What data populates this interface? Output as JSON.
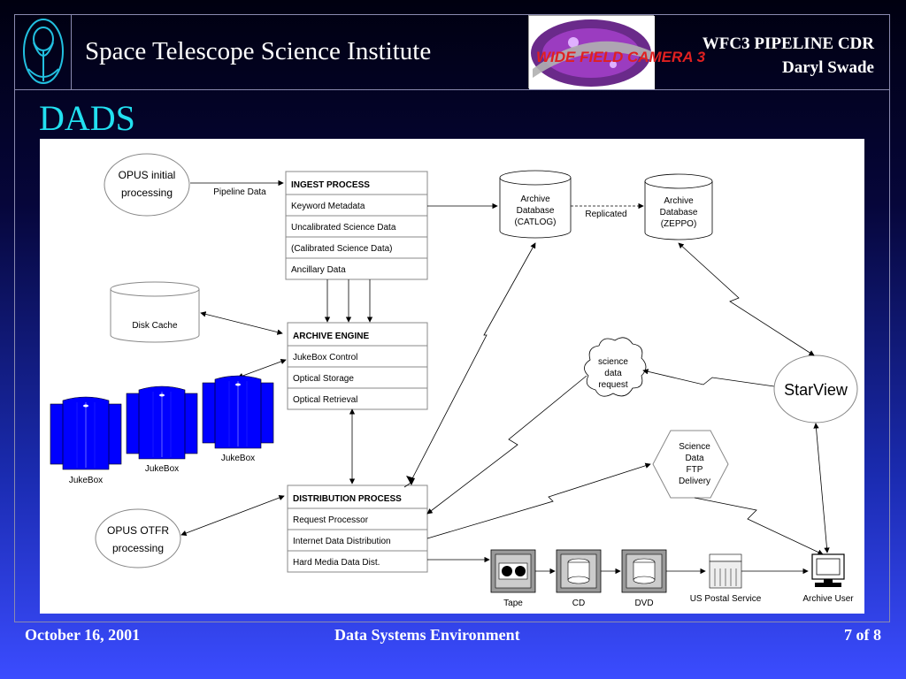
{
  "header": {
    "institute_title": "Space Telescope Science Institute",
    "project": "WFC3 PIPELINE CDR",
    "presenter": "Daryl Swade",
    "badge_text": "WIDE FIELD CAMERA 3"
  },
  "slide": {
    "title": "DADS"
  },
  "footer": {
    "date": "October 16, 2001",
    "section": "Data Systems Environment",
    "page": "7 of 8"
  },
  "diagram": {
    "opus_initial": [
      "OPUS initial",
      "processing"
    ],
    "pipeline_data": "Pipeline Data",
    "ingest": {
      "title": "INGEST PROCESS",
      "items": [
        "Keyword Metadata",
        "Uncalibrated Science Data",
        "(Calibrated Science Data)",
        "Ancillary Data"
      ]
    },
    "archive_engine": {
      "title": "ARCHIVE ENGINE",
      "items": [
        "JukeBox Control",
        "Optical Storage",
        "Optical Retrieval"
      ]
    },
    "distribution": {
      "title": "DISTRIBUTION PROCESS",
      "items": [
        "Request Processor",
        "Internet Data Distribution",
        "Hard Media Data Dist."
      ]
    },
    "catlog_db": [
      "Archive",
      "Database",
      "(CATLOG)"
    ],
    "zeppo_db": [
      "Archive",
      "Database",
      "(ZEPPO)"
    ],
    "replicated": "Replicated",
    "disk_cache": "Disk Cache",
    "jukebox_label": "JukeBox",
    "opus_otfr": [
      "OPUS OTFR",
      "processing"
    ],
    "science_request": [
      "science",
      "data",
      "request"
    ],
    "starview": "StarView",
    "ftp_delivery": [
      "Science",
      "Data",
      "FTP",
      "Delivery"
    ],
    "media": [
      "Tape",
      "CD",
      "DVD"
    ],
    "postal": "US Postal Service",
    "archive_user": "Archive User"
  },
  "colors": {
    "accent_title": "#22e0f0",
    "jukebox": "#0000ff"
  }
}
